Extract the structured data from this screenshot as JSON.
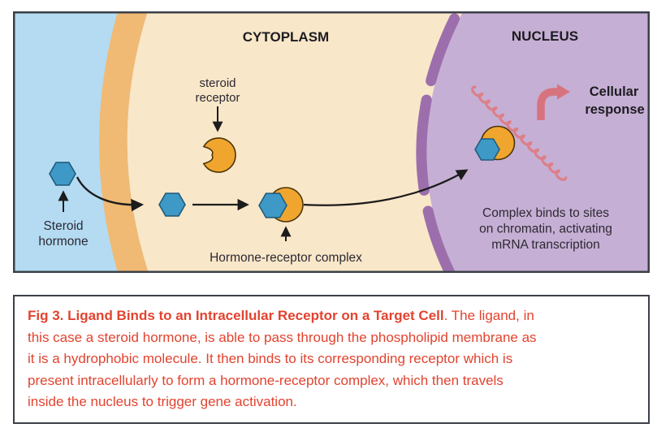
{
  "diagram": {
    "cytoplasm_label": "CYTOPLASM",
    "nucleus_label": "NUCLEUS",
    "steroid_receptor_label": [
      "steroid",
      "receptor"
    ],
    "steroid_hormone_label": [
      "Steroid",
      "hormone"
    ],
    "complex_label": "Hormone-receptor complex",
    "cellular_response_label": [
      "Cellular",
      "response"
    ],
    "chromatin_note": [
      "Complex binds to sites",
      "on chromatin, activating",
      "mRNA transcription"
    ]
  },
  "caption": {
    "title_bold": "Fig 3. Ligand Binds to an Intracellular Receptor on a Target Cell",
    "body": ". The ligand, in\nthis case a steroid hormone, is able to pass through the phospholipid membrane as\nit is a hydrophobic molecule. It then binds to its corresponding receptor which is\npresent intracellularly to form a hormone-receptor complex, which then travels\ninside the nucleus to trigger gene activation."
  },
  "colors": {
    "extracellular": "#b4dbf2",
    "membrane": "#f0ba74",
    "cytoplasm": "#f9e7c9",
    "nucleus": "#c6afd4",
    "nuclear_envelope": "#9c6fac",
    "hormone_hexagon": "#3f99c7",
    "receptor_orange": "#f0a62e",
    "chromatin_pink": "#dc7f88",
    "response_arrow_pink": "#d7737f",
    "caption_red": "#e2432f",
    "border_dark": "#3b4049"
  }
}
